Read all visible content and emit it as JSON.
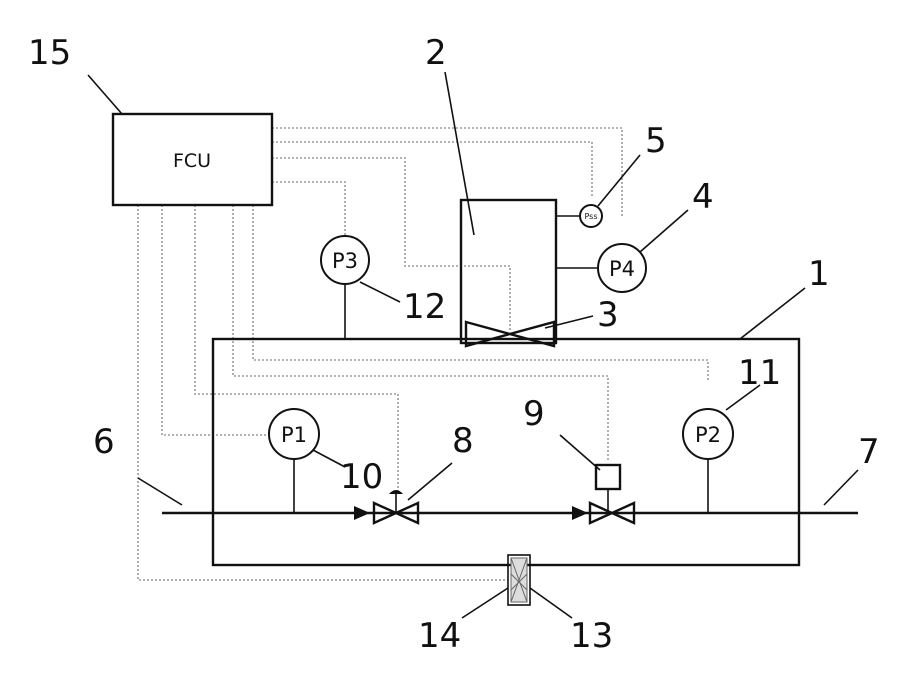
{
  "ecu": {
    "label": "FCU",
    "number": "15"
  },
  "tank": {
    "number": "2"
  },
  "valve_in_tank": {
    "number": "3"
  },
  "sensor_small": {
    "label": "Pss",
    "number": "5"
  },
  "gauge_p4": {
    "label": "P4",
    "number": "4"
  },
  "gauge_p3": {
    "label": "P3",
    "number": "12"
  },
  "housing": {
    "number": "1"
  },
  "gauge_p1": {
    "label": "P1",
    "number": "10"
  },
  "gauge_p2": {
    "label": "P2",
    "number": "11"
  },
  "valve_8": {
    "number": "8"
  },
  "valve_9": {
    "number": "9"
  },
  "inlet": {
    "number": "6"
  },
  "outlet": {
    "number": "7"
  },
  "element_13": {
    "number": "13"
  },
  "element_14": {
    "number": "14"
  },
  "colors": {
    "line": "#111111",
    "wire": "#9a9a9a",
    "background": "#ffffff"
  }
}
